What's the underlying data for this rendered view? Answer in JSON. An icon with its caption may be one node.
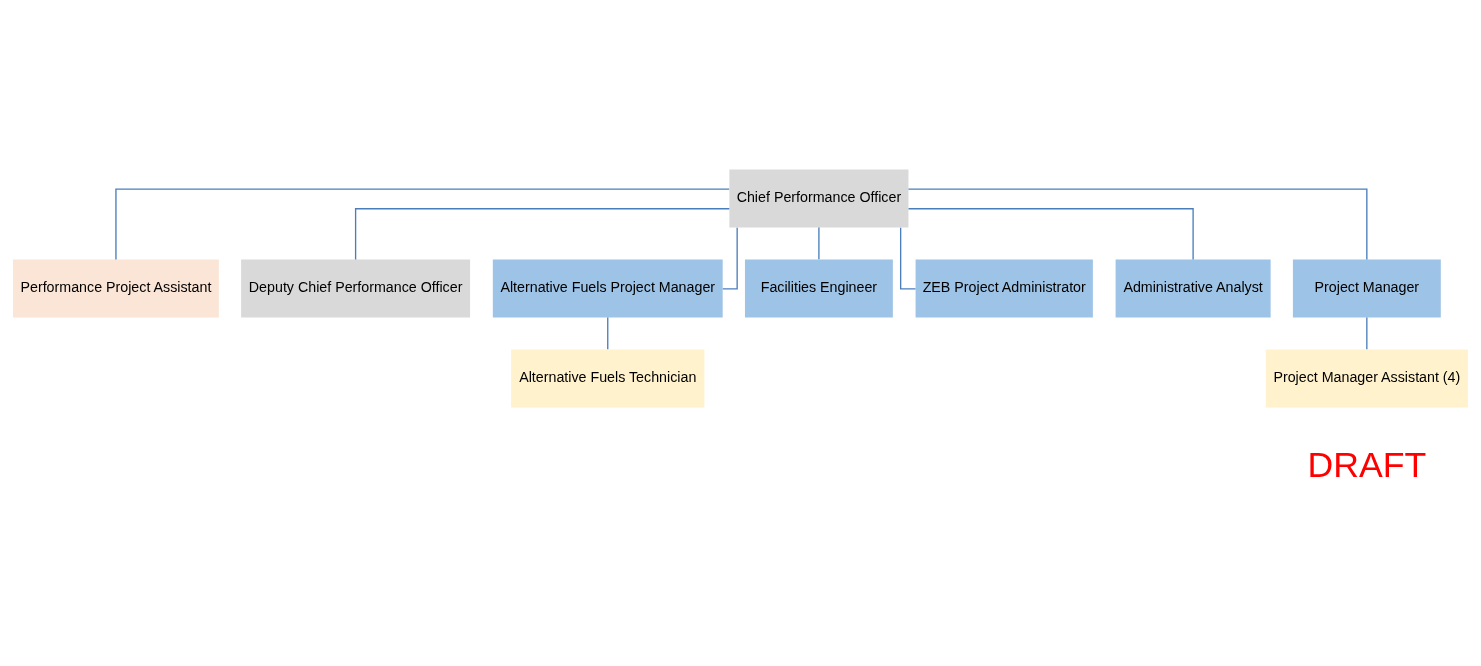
{
  "diagram": {
    "nodes": [
      {
        "text": [
          "Chief Performance Officer"
        ]
      },
      {
        "text": [
          "Performance Project Assistant"
        ]
      },
      {
        "text": [
          "Deputy Chief Performance Officer"
        ]
      },
      {
        "text": [
          "Alternative Fuels Project Manager"
        ]
      },
      {
        "text": [
          "Facilities Engineer"
        ]
      },
      {
        "text": [
          "ZEB Project Administrator"
        ]
      },
      {
        "text": [
          "Administrative Analyst"
        ]
      },
      {
        "text": [
          "Project Manager"
        ]
      },
      {
        "text": [
          "Alternative Fuels Technician"
        ]
      },
      {
        "text": [
          "Project Manager Assistant (4)"
        ]
      }
    ],
    "edges": [
      {
        "from": 0,
        "to": 1,
        "arrow": "none"
      },
      {
        "from": 0,
        "to": 2,
        "arrow": "none"
      },
      {
        "from": 0,
        "to": 3,
        "arrow": "none"
      },
      {
        "from": 0,
        "to": 4,
        "arrow": "none"
      },
      {
        "from": 0,
        "to": 5,
        "arrow": "none"
      },
      {
        "from": 0,
        "to": 6,
        "arrow": "none"
      },
      {
        "from": 0,
        "to": 7,
        "arrow": "none"
      },
      {
        "from": 3,
        "to": 8,
        "arrow": "none"
      },
      {
        "from": 7,
        "to": 9,
        "arrow": "none"
      }
    ],
    "labels": [
      "DRAFT"
    ]
  }
}
